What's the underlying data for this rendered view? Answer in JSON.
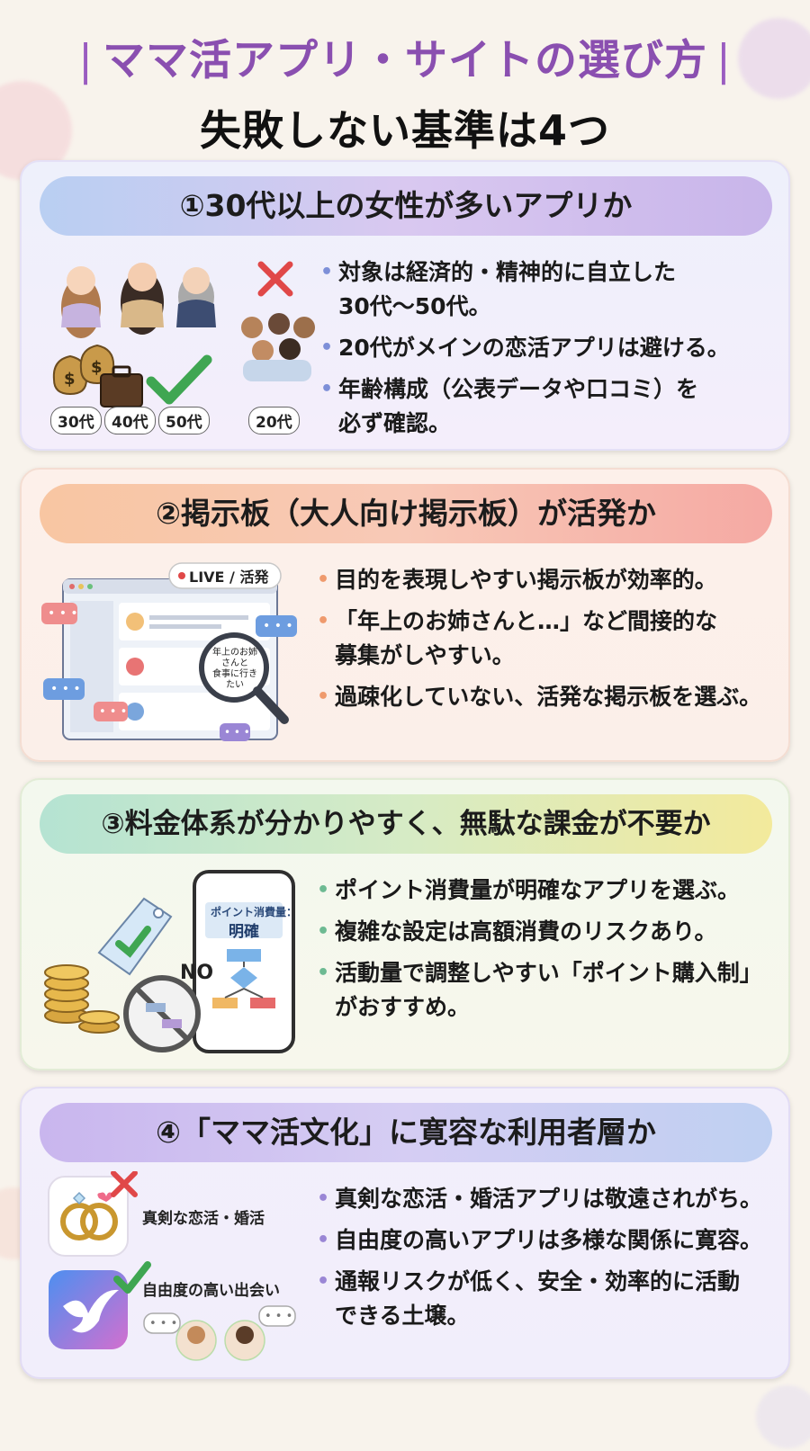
{
  "header": {
    "title_line1": "ママ活アプリ・サイトの選び方",
    "title_bar_left": "|",
    "title_bar_right": "|",
    "title_line2": "失敗しない基準は4つ"
  },
  "sections": [
    {
      "heading": "①30代以上の女性が多いアプリか",
      "illustration": {
        "age_tags": [
          "30代",
          "40代",
          "50代"
        ],
        "young_tag": "20代",
        "icons": [
          "woman-icon",
          "money-bag-icon",
          "briefcase-icon",
          "check-icon",
          "cross-icon"
        ]
      },
      "bullets": [
        "対象は経済的・精神的に自立した\n30代〜50代。",
        "20代がメインの恋活アプリは避ける。",
        "年齢構成（公表データや口コミ）を\n必ず確認。"
      ]
    },
    {
      "heading": "②掲示板（大人向け掲示板）が活発か",
      "illustration": {
        "live_badge": "LIVE / 活発",
        "magnifier_text": "年上のお姉さんと\n食事に行きたい",
        "icons": [
          "browser-window-icon",
          "chat-bubble-icon",
          "magnifier-icon",
          "avatar-icon"
        ]
      },
      "bullets": [
        "目的を表現しやすい掲示板が効率的。",
        "「年上のお姉さんと…」など間接的な\n募集がしやすい。",
        "過疎化していない、活発な掲示板を選ぶ。"
      ]
    },
    {
      "heading": "③料金体系が分かりやすく、無駄な課金が不要か",
      "illustration": {
        "phone_label_top": "ポイント消費量：",
        "phone_label_bottom": "明確",
        "no_label": "NO",
        "icons": [
          "coins-icon",
          "price-tag-icon",
          "smartphone-icon",
          "flowchart-icon",
          "prohibited-icon"
        ]
      },
      "bullets": [
        "ポイント消費量が明確なアプリを選ぶ。",
        "複雑な設定は高額消費のリスクあり。",
        "活動量で調整しやすい「ポイント購入制」\nがおすすめ。"
      ]
    },
    {
      "heading": "④「ママ活文化」に寛容な利用者層か",
      "illustration": {
        "label_bad": "真剣な恋活・婚活",
        "label_good": "自由度の高い出会い",
        "icons": [
          "rings-icon",
          "bird-app-icon",
          "cross-icon",
          "check-icon",
          "chat-bubble-icon"
        ]
      },
      "bullets": [
        "真剣な恋活・婚活アプリは敬遠されがち。",
        "自由度の高いアプリは多様な関係に寛容。",
        "通報リスクが低く、安全・効率的に活動\nできる土壌。"
      ]
    }
  ],
  "colors": {
    "title_purple": "#8a4fb0",
    "check_green": "#3fa652",
    "cross_red": "#e04848"
  }
}
